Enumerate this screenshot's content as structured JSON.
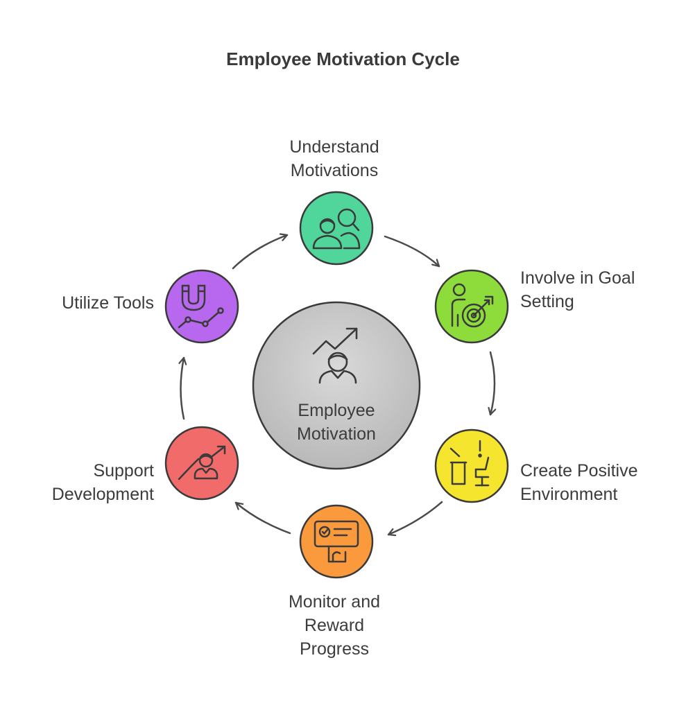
{
  "title": "Employee Motivation Cycle",
  "center": {
    "line1": "Employee",
    "line2": "Motivation",
    "color": "#c4c4c4"
  },
  "steps": [
    {
      "id": "understand",
      "line1": "Understand",
      "line2": "Motivations",
      "line3": "",
      "color": "#50d69a",
      "icon": "people-search-icon"
    },
    {
      "id": "goal",
      "line1": "Involve in Goal",
      "line2": "Setting",
      "line3": "",
      "color": "#8ddc3c",
      "icon": "person-target-icon"
    },
    {
      "id": "environment",
      "line1": "Create Positive",
      "line2": "Environment",
      "line3": "",
      "color": "#f6e52e",
      "icon": "workspace-desk-icon"
    },
    {
      "id": "reward",
      "line1": "Monitor and",
      "line2": "Reward",
      "line3": "Progress",
      "color": "#fb9a3c",
      "icon": "certificate-hand-icon"
    },
    {
      "id": "development",
      "line1": "Support",
      "line2": "Development",
      "line3": "",
      "color": "#f26b6b",
      "icon": "person-growth-icon"
    },
    {
      "id": "tools",
      "line1": "Utilize Tools",
      "line2": "",
      "line3": "",
      "color": "#b768ee",
      "icon": "magnet-chart-icon"
    }
  ]
}
